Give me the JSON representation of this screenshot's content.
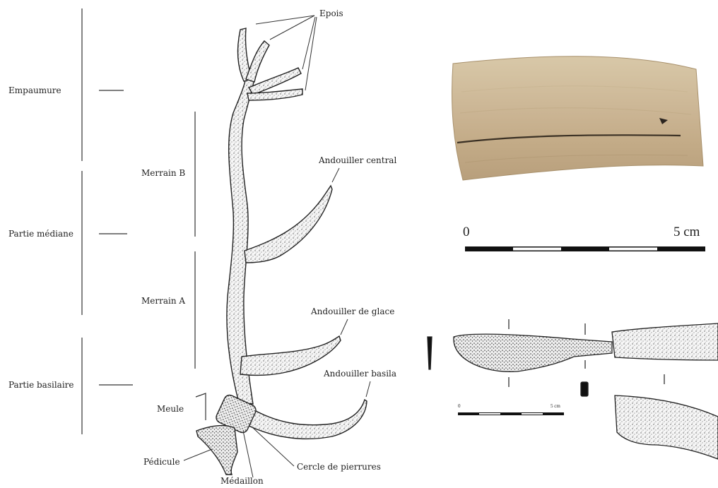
{
  "diagram": {
    "parts": {
      "empaumure": "Empaumure",
      "partie_mediane": "Partie médiane",
      "partie_basilaire": "Partie basilaire",
      "merrain_b": "Merrain B",
      "merrain_a": "Merrain A",
      "meule": "Meule"
    },
    "annotations": {
      "epois": "Epois",
      "andouiller_central": "Andouiller central",
      "andouiller_glace": "Andouiller de glace",
      "andouiller_basila": "Andouiller basila",
      "pedicule": "Pédicule",
      "cercle": "Cercle de pierrures",
      "medaillon": "Médaillon"
    },
    "scale_large": {
      "start": "0",
      "end": "5 cm"
    },
    "scale_small": {
      "start": "0",
      "end": "5 cm"
    }
  }
}
